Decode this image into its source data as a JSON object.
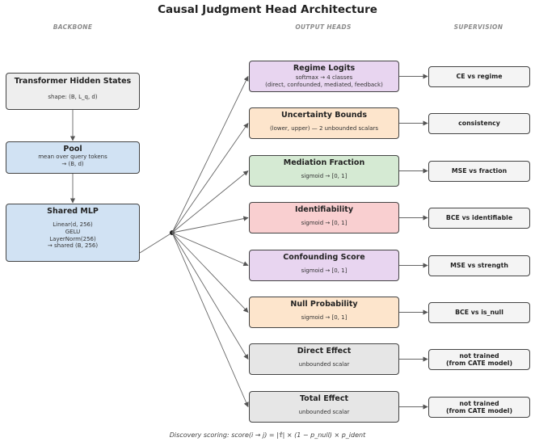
{
  "title": "Causal Judgment Head Architecture",
  "columns": {
    "backbone": "BACKBONE",
    "output_heads": "OUTPUT HEADS",
    "supervision": "SUPERVISION"
  },
  "backbone": {
    "hidden": {
      "title": "Transformer Hidden States",
      "lines": [
        "shape: (B, L_q, d)"
      ]
    },
    "pool": {
      "title": "Pool",
      "lines": [
        "mean over query tokens",
        "→ (B, d)"
      ]
    },
    "mlp": {
      "title": "Shared MLP",
      "lines": [
        "Linear(d, 256)",
        "GELU",
        "LayerNorm(256)",
        "→ shared (B, 256)"
      ]
    }
  },
  "heads": [
    {
      "title": "Regime Logits",
      "lines": [
        "softmax → 4 classes",
        "(direct, confounded, mediated, feedback)"
      ],
      "color": "#e8d5f0",
      "supervision": [
        "CE vs regime"
      ]
    },
    {
      "title": "Uncertainty Bounds",
      "lines": [
        "(lower, upper) — 2 unbounded scalars"
      ],
      "color": "#fde5cc",
      "supervision": [
        "consistency"
      ]
    },
    {
      "title": "Mediation Fraction",
      "lines": [
        "sigmoid → [0, 1]"
      ],
      "color": "#d5ead3",
      "supervision": [
        "MSE vs fraction"
      ]
    },
    {
      "title": "Identifiability",
      "lines": [
        "sigmoid → [0, 1]"
      ],
      "color": "#f9cfd0",
      "supervision": [
        "BCE vs identifiable"
      ]
    },
    {
      "title": "Confounding Score",
      "lines": [
        "sigmoid → [0, 1]"
      ],
      "color": "#e8d5f0",
      "supervision": [
        "MSE vs strength"
      ]
    },
    {
      "title": "Null Probability",
      "lines": [
        "sigmoid → [0, 1]"
      ],
      "color": "#fde5cc",
      "supervision": [
        "BCE vs is_null"
      ]
    },
    {
      "title": "Direct Effect",
      "lines": [
        "unbounded scalar"
      ],
      "color": "#e6e6e6",
      "supervision": [
        "not trained",
        "(from CATE model)"
      ]
    },
    {
      "title": "Total Effect",
      "lines": [
        "unbounded scalar"
      ],
      "color": "#e6e6e6",
      "supervision": [
        "not trained",
        "(from CATE model)"
      ]
    }
  ],
  "colors": {
    "backbone_fill": "#d1e2f3",
    "hidden_fill": "#eeeeee",
    "supervision_fill": "#f4f4f4",
    "wire": "#666666"
  },
  "footer": "Discovery scoring: score(i → j) = |τ̂| × (1 − p_null) × p_ident"
}
